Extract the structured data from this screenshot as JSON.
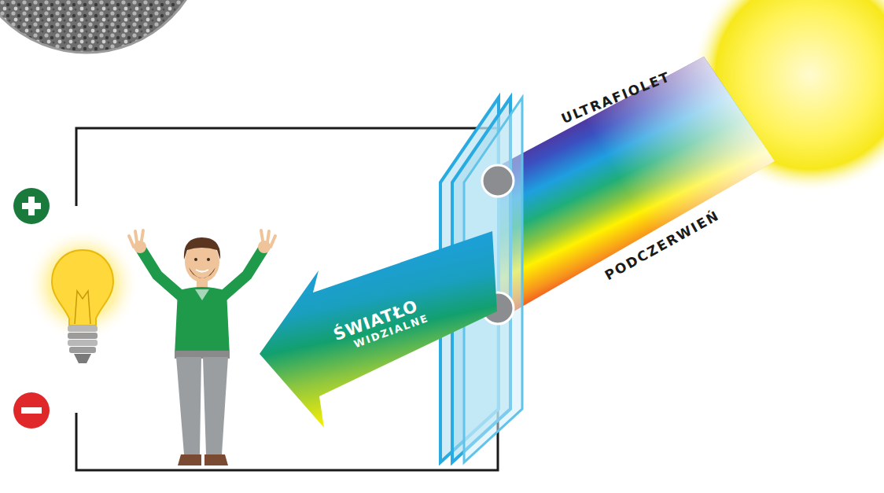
{
  "diagram": {
    "nodes": [
      {
        "text": [
          "ŚWIATŁO",
          "WIDZIALNE"
        ]
      }
    ],
    "labels": [
      "ULTRAFIOLET",
      "PODCZERWIEŃ"
    ]
  }
}
